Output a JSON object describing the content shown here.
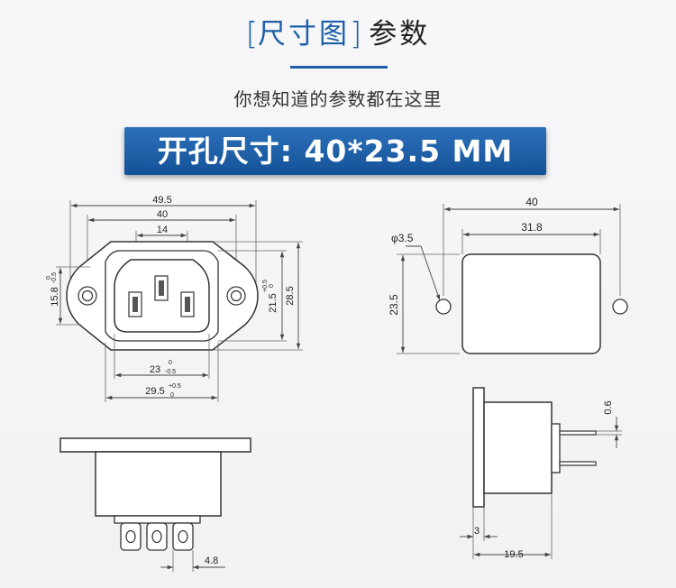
{
  "header": {
    "title_box": "尺寸图",
    "title_main": "参数",
    "subtitle": "你想知道的参数都在这里",
    "accent_color": "#1c5fa8"
  },
  "banner": {
    "text": "开孔尺寸: 40*23.5 MM",
    "color": "#1a5fa8"
  },
  "front_view": {
    "overall_width": "49.5",
    "hole_spacing": "40",
    "pin_spacing": "14",
    "left_height": "15.8",
    "left_tol_top": "0",
    "left_tol_bottom": "-0.5",
    "inner_height": "21.5",
    "inner_height_tol_top": "+0.5",
    "inner_height_tol_bottom": "0",
    "outer_height": "28.5",
    "inner_width": "23",
    "inner_width_tol_top": "0",
    "inner_width_tol_bottom": "-0.5",
    "body_width": "29.5",
    "body_width_tol_top": "+0.5",
    "body_width_tol_bottom": "0"
  },
  "cutout_view": {
    "overall_width": "40",
    "cutout_width": "31.8",
    "hole_diameter": "φ3.5",
    "cutout_height": "23.5"
  },
  "bottom_view": {
    "terminal_width": "4.8"
  },
  "side_view": {
    "terminal_thickness": "0.6",
    "flange_thickness": "3",
    "depth": "19.5"
  }
}
